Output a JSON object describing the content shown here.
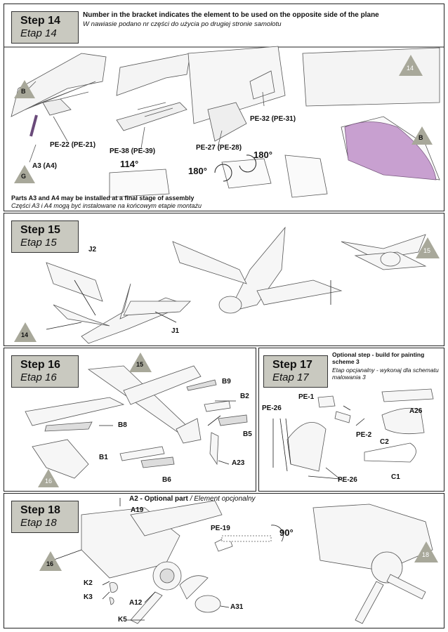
{
  "step14": {
    "title": "Step 14",
    "subtitle": "Etap 14",
    "note_en": "Number in the bracket indicates the element to be used on the opposite side of the plane",
    "note_pl": "W nawiasie podano nr części do użycia po drugiej stronie samolotu",
    "labels": {
      "b": "B",
      "g": "G",
      "a3": "A3 (A4)",
      "pe22": "PE-22 (PE-21)",
      "pe38": "PE-38 (PE-39)",
      "pe27": "PE-27 (PE-28)",
      "pe32": "PE-32 (PE-31)",
      "deg114": "114°",
      "deg180a": "180°",
      "deg180b": "180°",
      "ref14": "14",
      "refB": "B"
    },
    "footer_en": "Parts A3 and A4 may be installed at a final stage of assembly",
    "footer_pl": "Części A3 i A4 mogą być instalowane na końcowym etapie montażu"
  },
  "step15": {
    "title": "Step 15",
    "subtitle": "Etap 15",
    "labels": {
      "j2": "J2",
      "j1": "J1",
      "ref14": "14",
      "ref15": "15"
    }
  },
  "step16": {
    "title": "Step 16",
    "subtitle": "Etap 16",
    "labels": {
      "b9": "B9",
      "b2": "B2",
      "b5": "B5",
      "b8": "B8",
      "b1": "B1",
      "b6": "B6",
      "a23": "A23",
      "ref15": "15",
      "ref16": "16"
    }
  },
  "step17": {
    "title": "Step 17",
    "subtitle": "Etap 17",
    "note_en": "Optional step - build for painting scheme 3",
    "note_pl": "Etap opcjanalny - wykonaj dla schematu malowania 3",
    "labels": {
      "pe1": "PE-1",
      "pe2": "PE-2",
      "pe26a": "PE-26",
      "pe26b": "PE-26",
      "a26": "A26",
      "c2": "C2",
      "c1": "C1"
    }
  },
  "step18": {
    "title": "Step 18",
    "subtitle": "Etap 18",
    "optional_label": "A2 - Optional part",
    "optional_pl": "/ Element opcjonalny",
    "labels": {
      "a19": "A19",
      "pe19": "PE-19",
      "deg90": "90°",
      "k2": "K2",
      "k3": "K3",
      "a12": "A12",
      "a31": "A31",
      "k5": "K5",
      "ref16": "16",
      "ref18": "18"
    }
  },
  "colors": {
    "step_box": "#c9c9c0",
    "triangle": "#a8a89a",
    "highlight": "#c8a0d0"
  }
}
